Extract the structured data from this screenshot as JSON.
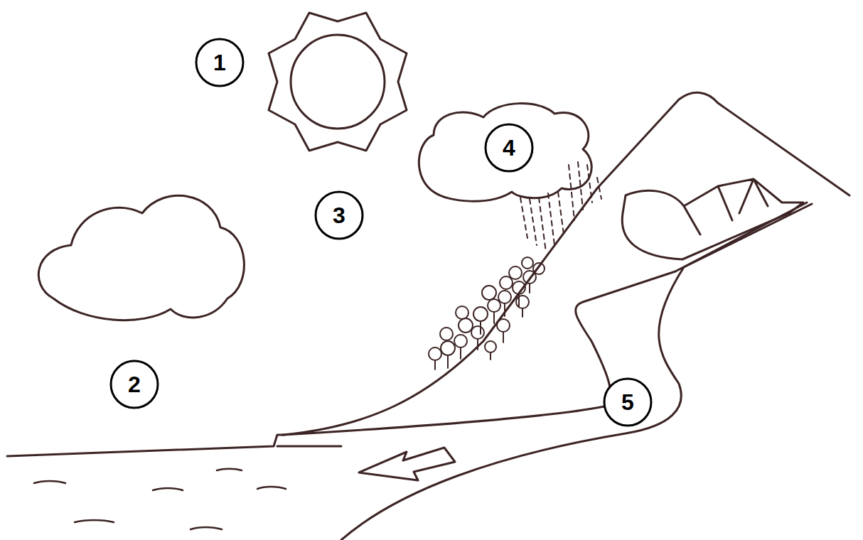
{
  "diagram": {
    "nodes": [
      {
        "text": [
          "1"
        ]
      },
      {
        "text": [
          "4"
        ]
      },
      {
        "text": [
          "3"
        ]
      },
      {
        "text": [
          "2"
        ]
      },
      {
        "text": [
          "5"
        ]
      }
    ]
  }
}
